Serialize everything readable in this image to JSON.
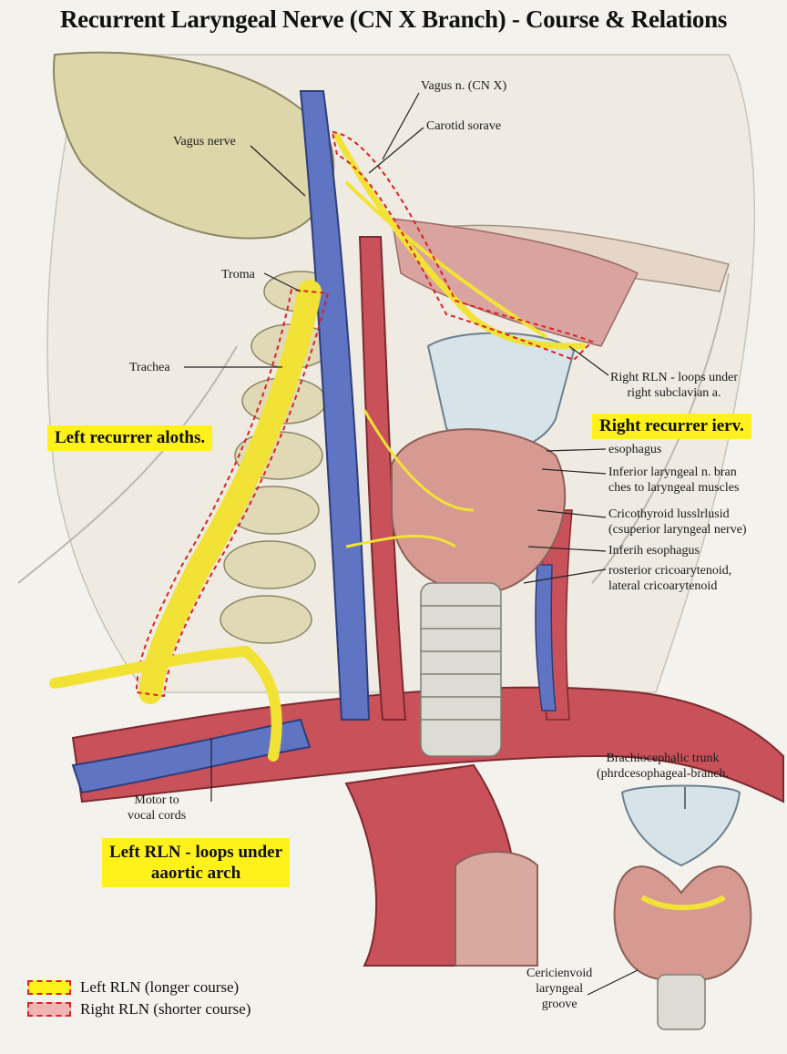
{
  "title": "Recurrent Laryngeal Nerve (CN X Branch) - Course & Relations",
  "labels": {
    "vagus_cn": "Vagus n. (CN X)",
    "carotid_sorave": "Carotid sorave",
    "vagus_nerve": "Vagus nerve",
    "troma": "Troma",
    "trachea": "Trachea",
    "right_rln_loop_1": "Right RLN - loops under",
    "right_rln_loop_2": "right subclavian a.",
    "esophagus": "esophagus",
    "inferior_laryngeal_1": "Inferior laryngeal n. bran",
    "inferior_laryngeal_2": "ches to laryngeal muscles",
    "cricothyroid_1": "Cricothyroid lusslrlusid",
    "cricothyroid_2": "(csuperior laryngeal nerve)",
    "inferior_esophagus": "Inferih esophagus",
    "posterior_crico_1": "rosterior cricoarytenoid,",
    "posterior_crico_2": "lateral cricoarytenoid",
    "motor_1": "Motor to",
    "motor_2": "vocal cords",
    "brachio_1": "Brachiocephalic trunk",
    "brachio_2": "(phrdcesophageal-branch.",
    "cricoid_1": "Cericienvoid",
    "cricoid_2": "laryngeal",
    "cricoid_3": "groove"
  },
  "highlights": {
    "left_recurrent": "Left recurrer aloths.",
    "right_recurrent": "Right recurrer ierv.",
    "left_rln_1": "Left RLN - loops under",
    "left_rln_2": "aaortic arch"
  },
  "legend": [
    {
      "label": "Left RLN (longer course)",
      "fill": "#fff21a",
      "border": "#dd2222"
    },
    {
      "label": "Right RLN (shorter course)",
      "fill": "#f1b3b3",
      "border": "#dd2222"
    }
  ],
  "colors": {
    "nerve": "#f2e236",
    "artery": "#c9515a",
    "vein": "#5f74c2",
    "cartilage": "#d6e4ea",
    "gland": "#d69a92",
    "bone": "#e6e0b8"
  }
}
